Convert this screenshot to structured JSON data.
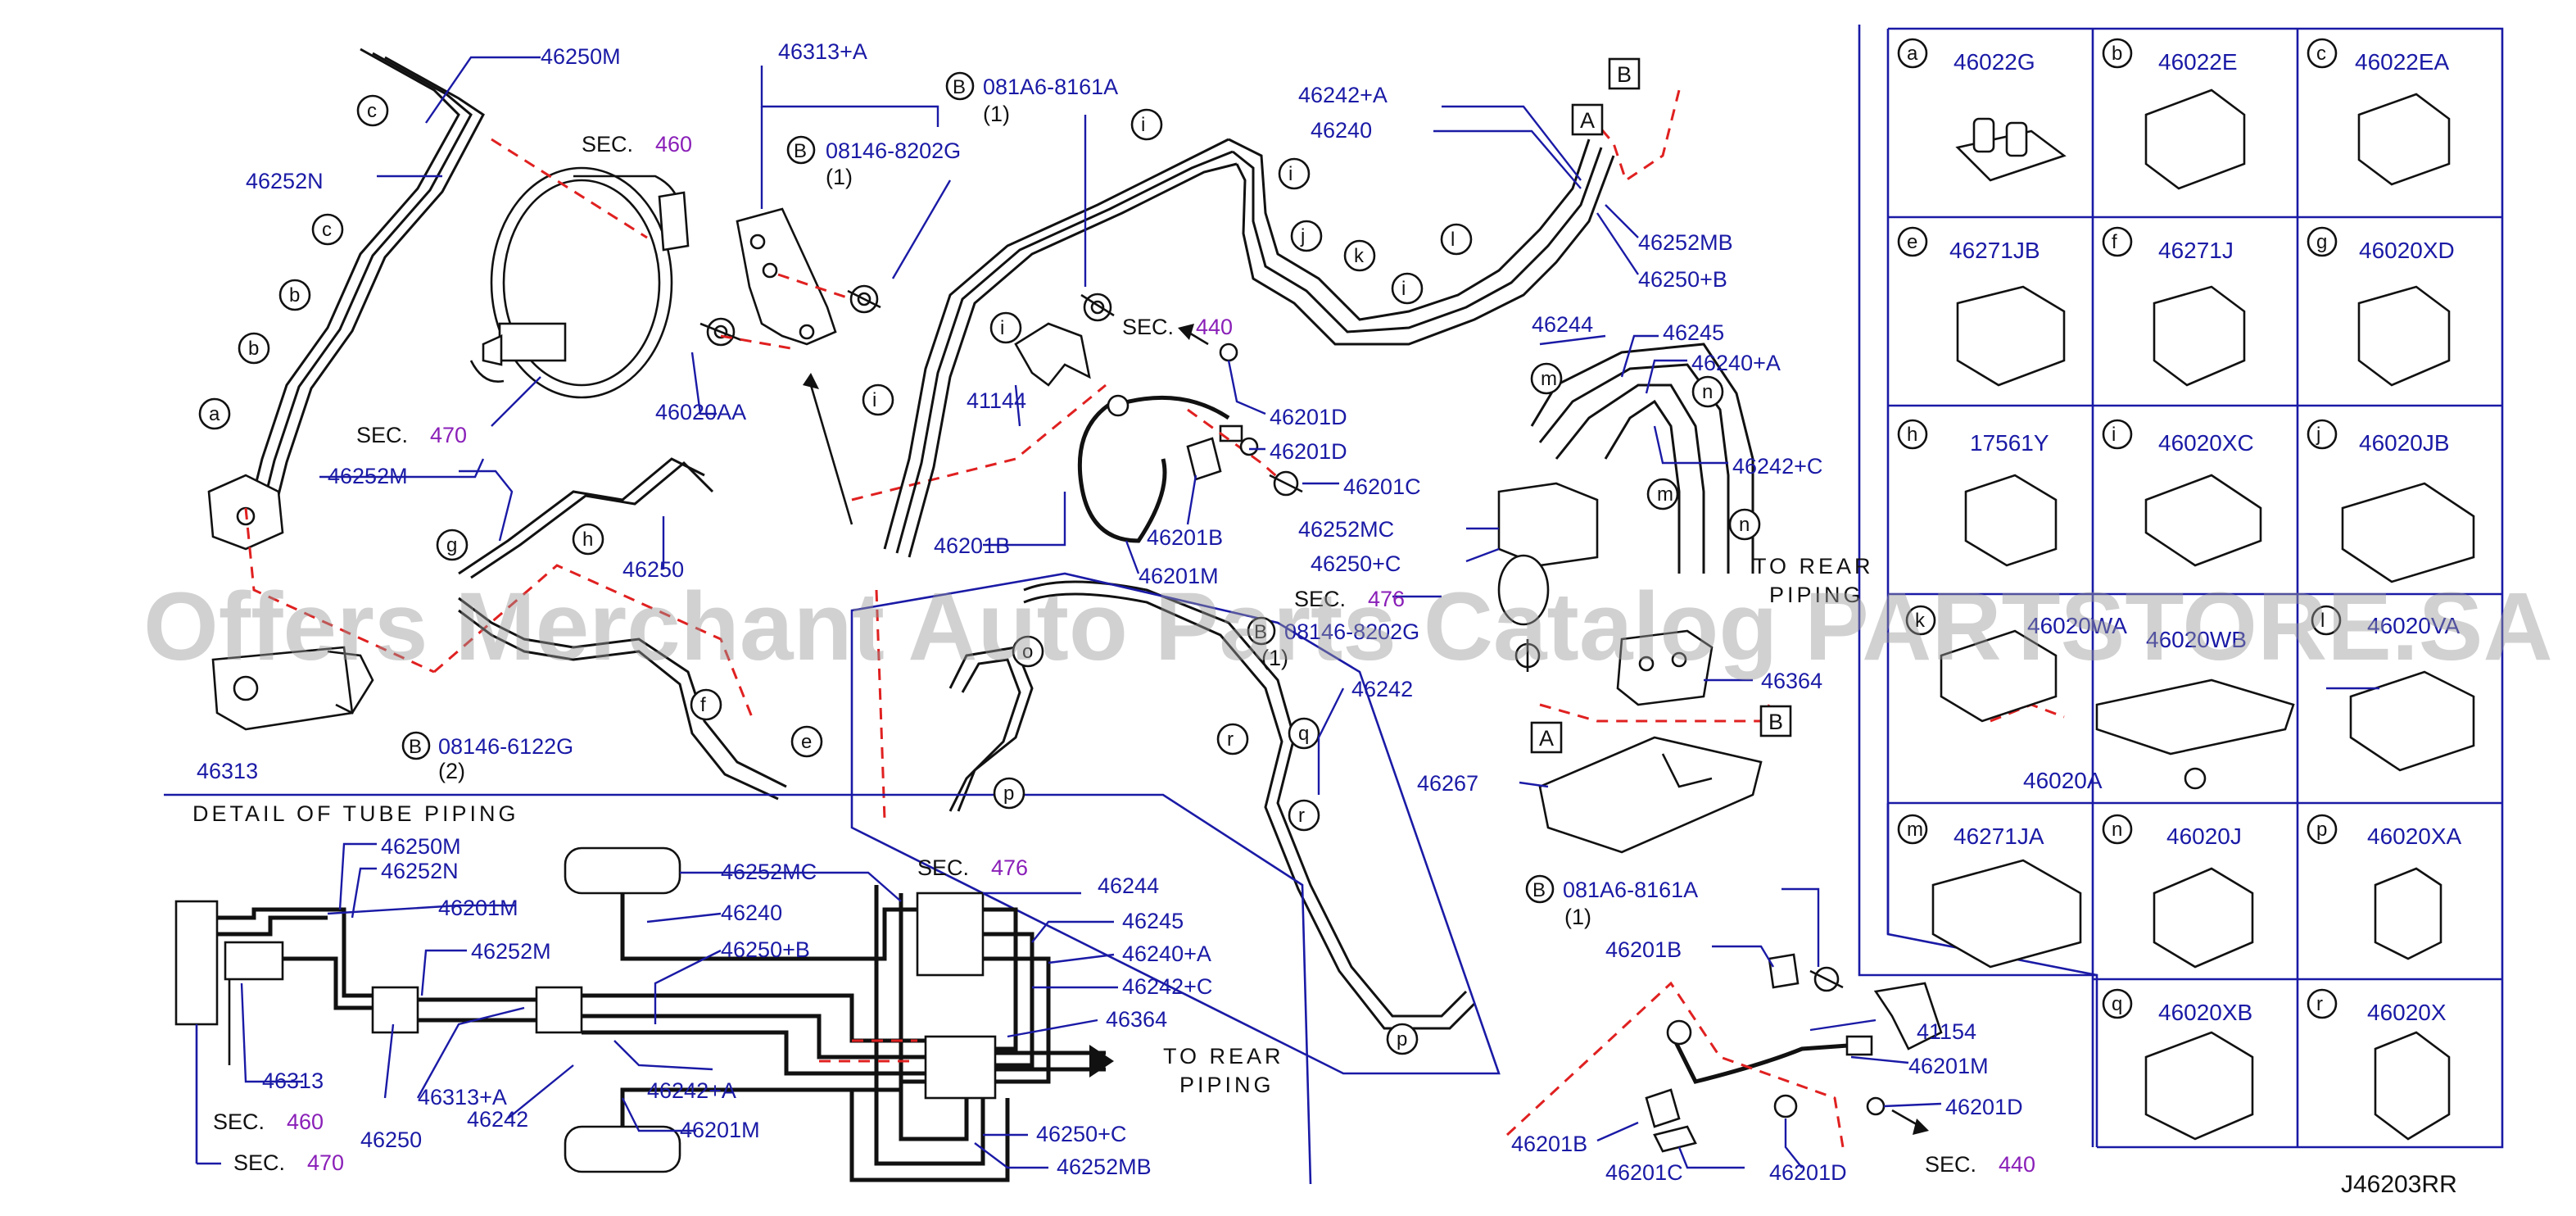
{
  "reference_code": "J46203RR",
  "watermark": "Offers Merchant Auto Parts Catalog PARTSTORE.SA",
  "detail_title": "DETAIL OF TUBE PIPING",
  "to_rear_piping_1": "TO REAR",
  "to_rear_piping_2": "PIPING",
  "to_rear_piping_3": "TO REAR",
  "to_rear_piping_4": "PIPING",
  "sec_word": "SEC.",
  "sec": {
    "s460": "460",
    "s470": "470",
    "s440": "440",
    "s476": "476"
  },
  "bolt_prefix": "B",
  "part_labels": {
    "p46250M": "46250M",
    "p46252N": "46252N",
    "p46313A": "46313+A",
    "p081A6": "081A6-8161A",
    "p081A6_q": "(1)",
    "p08146_8202G": "08146-8202G",
    "p08146_8202G_q": "(1)",
    "p46020AA": "46020AA",
    "p46252M": "46252M",
    "p46250": "46250",
    "p46313": "46313",
    "p08146_6122G": "08146-6122G",
    "p08146_6122G_q": "(2)",
    "p41144": "41144",
    "p46201B_a": "46201B",
    "p46201M_a": "46201M",
    "p46201D_a": "46201D",
    "p46201D_b": "46201D",
    "p46201C_a": "46201C",
    "p46201B_b": "46201B",
    "p46242A": "46242+A",
    "p46240": "46240",
    "p46252MB": "46252MB",
    "p46250B": "46250+B",
    "p46244": "46244",
    "p46245": "46245",
    "p46240A": "46240+A",
    "p46242C": "46242+C",
    "p46252MC": "46252MC",
    "p46250C": "46250+C",
    "p46364": "46364",
    "p46242": "46242",
    "p46267": "46267",
    "p08146_8202G_b": "08146-8202G",
    "p08146_8202G_b_q": "(1)",
    "p081A6_b": "081A6-8161A",
    "p081A6_b_q": "(1)",
    "p46201B_c": "46201B",
    "p41154": "41154",
    "p46201M_b": "46201M",
    "p46201D_c": "46201D",
    "p46201B_d": "46201B",
    "p46201C_b": "46201C",
    "p46201D_d": "46201D"
  },
  "detail_labels": {
    "d46250M": "46250M",
    "d46252N": "46252N",
    "d46201M": "46201M",
    "d46252M": "46252M",
    "d46313": "46313",
    "d46250": "46250",
    "d46313A": "46313+A",
    "d46242": "46242",
    "d46252MC": "46252MC",
    "d46240": "46240",
    "d46250B": "46250+B",
    "d46242A": "46242+A",
    "d46201M_b": "46201M",
    "d46244": "46244",
    "d46245": "46245",
    "d46240A": "46240+A",
    "d46242C": "46242+C",
    "d46364": "46364",
    "d46250C": "46250+C",
    "d46252MB": "46252MB"
  },
  "view_markers": {
    "A": "A",
    "B": "B"
  },
  "clip_callouts": [
    "a",
    "b",
    "b",
    "c",
    "c",
    "e",
    "f",
    "g",
    "h",
    "i",
    "i",
    "i",
    "i",
    "j",
    "k",
    "l",
    "i",
    "m",
    "m",
    "n",
    "n",
    "o",
    "p",
    "p",
    "q",
    "r",
    "r"
  ],
  "catalog": [
    {
      "letter": "a",
      "part": "46022G"
    },
    {
      "letter": "b",
      "part": "46022E"
    },
    {
      "letter": "c",
      "part": "46022EA"
    },
    {
      "letter": "e",
      "part": "46271JB"
    },
    {
      "letter": "f",
      "part": "46271J"
    },
    {
      "letter": "g",
      "part": "46020XD"
    },
    {
      "letter": "h",
      "part": "17561Y"
    },
    {
      "letter": "i",
      "part": "46020XC"
    },
    {
      "letter": "j",
      "part": "46020JB"
    },
    {
      "letter": "k",
      "part": "46020WA"
    },
    {
      "letter": "",
      "part": "46020WB"
    },
    {
      "letter": "l",
      "part": "46020VA"
    },
    {
      "letter": "",
      "part": "46020A"
    },
    {
      "letter": "m",
      "part": "46271JA"
    },
    {
      "letter": "n",
      "part": "46020J"
    },
    {
      "letter": "p",
      "part": "46020XA"
    },
    {
      "letter": "q",
      "part": "46020XB"
    },
    {
      "letter": "r",
      "part": "46020X"
    }
  ]
}
